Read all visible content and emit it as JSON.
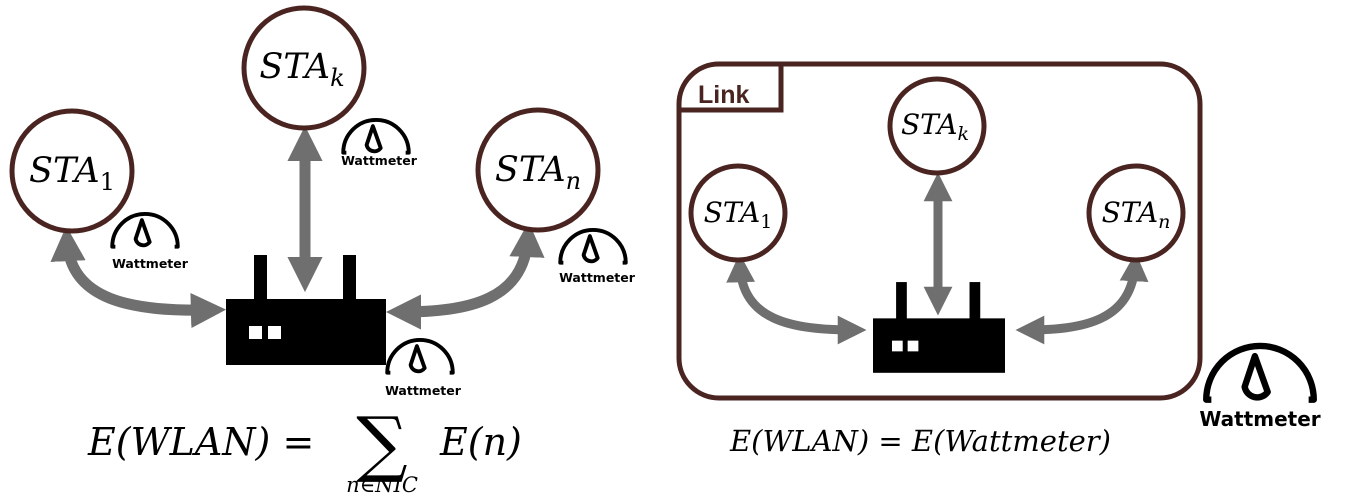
{
  "colors": {
    "node_border": "#4a2420",
    "arrow": "#6f6f6f",
    "ink": "#000000",
    "background": "#ffffff"
  },
  "left_diagram": {
    "nodes": [
      {
        "base": "STA",
        "sub": "1"
      },
      {
        "base": "STA",
        "sub": "k"
      },
      {
        "base": "STA",
        "sub": "n"
      }
    ],
    "wattmeter_label": "Wattmeter",
    "formula": {
      "lhs": "E(WLAN) =",
      "operator": "∑",
      "index": "n∈NIC",
      "term": "E(n)"
    }
  },
  "right_diagram": {
    "frame_tag": "Link",
    "nodes": [
      {
        "base": "STA",
        "sub": "1"
      },
      {
        "base": "STA",
        "sub": "k"
      },
      {
        "base": "STA",
        "sub": "n"
      }
    ],
    "wattmeter_label": "Wattmeter",
    "formula": "E(WLAN) = E(Wattmeter)"
  },
  "icons": [
    "router-icon",
    "wattmeter-icon",
    "double-arrow-icon"
  ]
}
